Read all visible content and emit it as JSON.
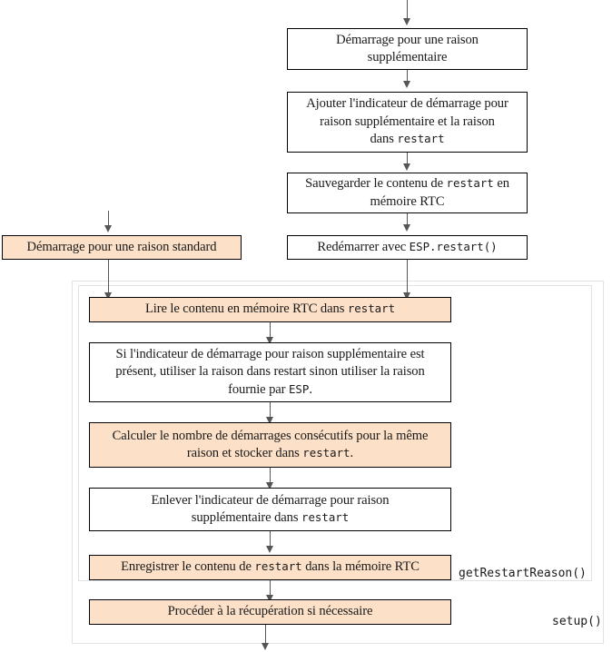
{
  "diagram": {
    "title": "Flowchart - gestion du redemarrage ESP",
    "colors": {
      "node_fill_highlight": "#fce0c8",
      "node_fill_plain": "#ffffff",
      "node_border": "#000000",
      "group_border": "#e2e2e2",
      "edge": "#555555",
      "text": "#1a1a1a"
    },
    "nodes": [
      {
        "id": "node-demarrage-raison-supplementaire",
        "name": "node-demarrage-raison-supplementaire",
        "lines": [
          "Démarrage pour une raison",
          "supplémentaire"
        ],
        "fill": "plain"
      },
      {
        "id": "node-ajouter-indicateur",
        "name": "node-ajouter-indicateur",
        "lines": [
          "Ajouter l'indicateur de démarrage pour",
          "raison supplémentaire et la raison",
          "dans "
        ],
        "code_tail": "restart",
        "fill": "plain"
      },
      {
        "id": "node-sauvegarder-contenu",
        "name": "node-sauvegarder-contenu",
        "pre": "Sauvegarder le contenu de ",
        "code": "restart",
        "post": " en mémoire RTC",
        "fill": "plain"
      },
      {
        "id": "node-demarrage-raison-standard",
        "name": "node-demarrage-raison-standard",
        "lines": [
          "Démarrage pour une raison standard"
        ],
        "fill": "highlight"
      },
      {
        "id": "node-redemarrer-avec-esp",
        "name": "node-redemarrer-avec-esp",
        "pre": "Redémarrer avec ",
        "code": "ESP.restart()",
        "post": "",
        "fill": "plain"
      },
      {
        "id": "node-lire-contenu-rtc",
        "name": "node-lire-contenu-rtc",
        "pre": "Lire le contenu en mémoire RTC dans ",
        "code": "restart",
        "post": "",
        "fill": "highlight"
      },
      {
        "id": "node-si-indicateur-present",
        "name": "node-si-indicateur-present",
        "lines": [
          "Si l'indicateur de démarrage pour raison supplémentaire est",
          "présent, utiliser la raison dans restart sinon utiliser la raison",
          "fournie par "
        ],
        "code_tail": "ESP",
        "tail_after": ".",
        "fill": "plain"
      },
      {
        "id": "node-calculer-demarrages",
        "name": "node-calculer-demarrages",
        "lines": [
          "Calculer le nombre de démarrages consécutifs pour la même",
          "raison et stocker dans "
        ],
        "code_tail": "restart",
        "tail_after": ".",
        "fill": "highlight"
      },
      {
        "id": "node-enlever-indicateur",
        "name": "node-enlever-indicateur",
        "lines": [
          "Enlever l'indicateur de démarrage pour raison",
          "supplémentaire dans "
        ],
        "code_tail": "restart",
        "fill": "plain"
      },
      {
        "id": "node-enregistrer-contenu",
        "name": "node-enregistrer-contenu",
        "pre": "Enregistrer le contenu de ",
        "code": "restart",
        "post": " dans la mémoire RTC",
        "fill": "highlight"
      },
      {
        "id": "node-proceder-recuperation",
        "name": "node-proceder-recuperation",
        "lines": [
          "Procéder à la récupération si nécessaire"
        ],
        "fill": "highlight"
      }
    ],
    "groups": [
      {
        "id": "group-setup",
        "name": "group-setup",
        "label": "setup()"
      },
      {
        "id": "group-getrestartreason",
        "name": "group-getrestartreason",
        "label": "getRestartReason()"
      }
    ]
  }
}
